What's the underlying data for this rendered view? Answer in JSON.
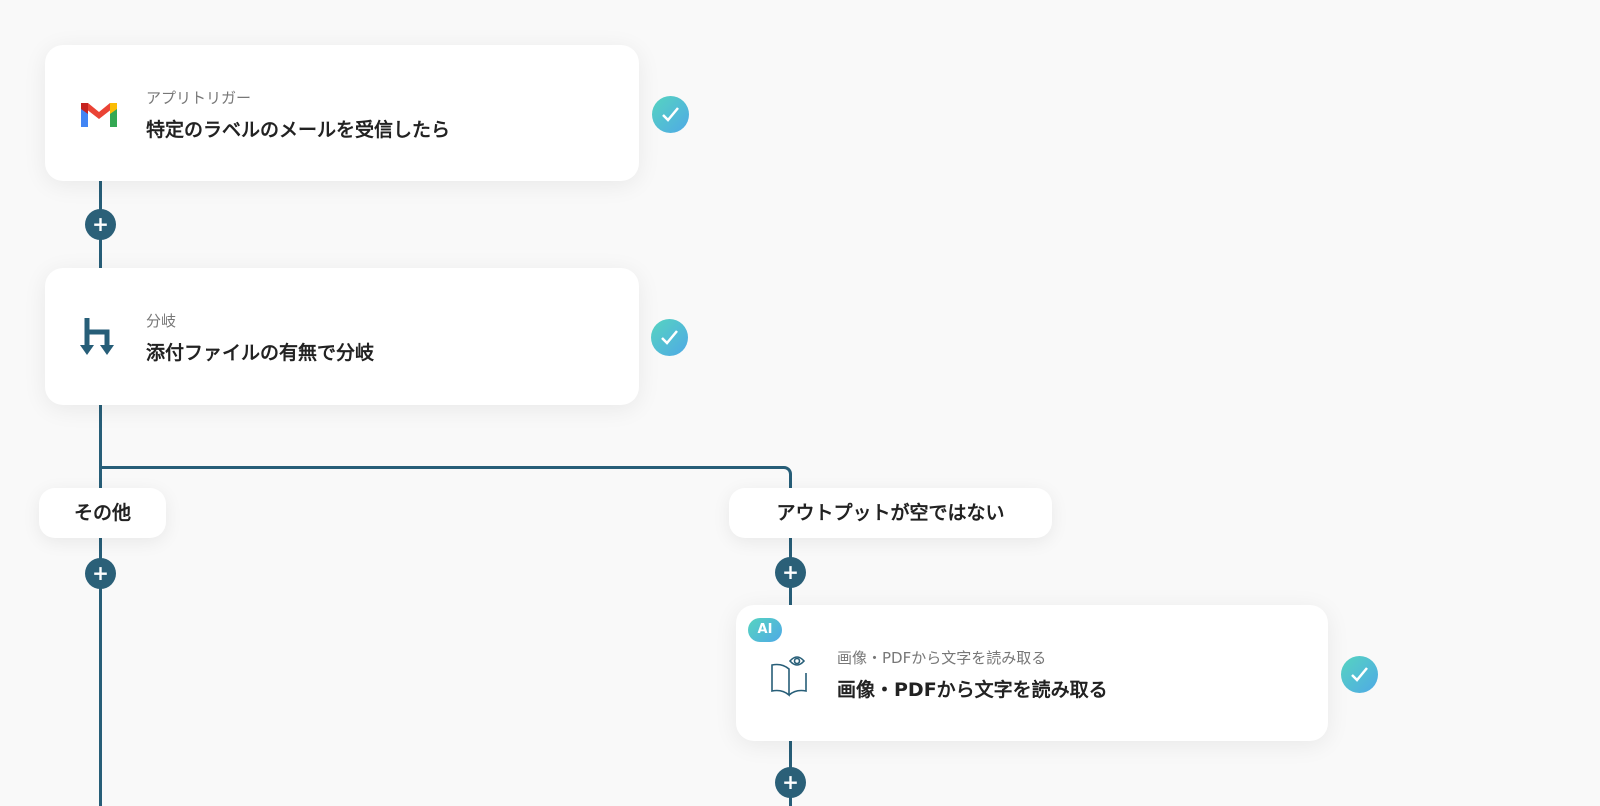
{
  "steps": [
    {
      "subtitle": "アプリトリガー",
      "title": "特定のラベルのメールを受信したら",
      "icon": "gmail-icon",
      "status": "completed"
    },
    {
      "subtitle": "分岐",
      "title": "添付ファイルの有無で分岐",
      "icon": "branch-icon",
      "status": "completed"
    },
    {
      "subtitle": "画像・PDFから文字を読み取る",
      "title": "画像・PDFから文字を読み取る",
      "icon": "book-eye-icon",
      "badge": "AI",
      "status": "completed"
    }
  ],
  "branches": {
    "left_label": "その他",
    "right_label": "アウトプットが空ではない"
  },
  "add_button_label": "+",
  "colors": {
    "line": "#275e78",
    "check_gradient": [
      "#56d4c0",
      "#4fa9e6"
    ]
  }
}
